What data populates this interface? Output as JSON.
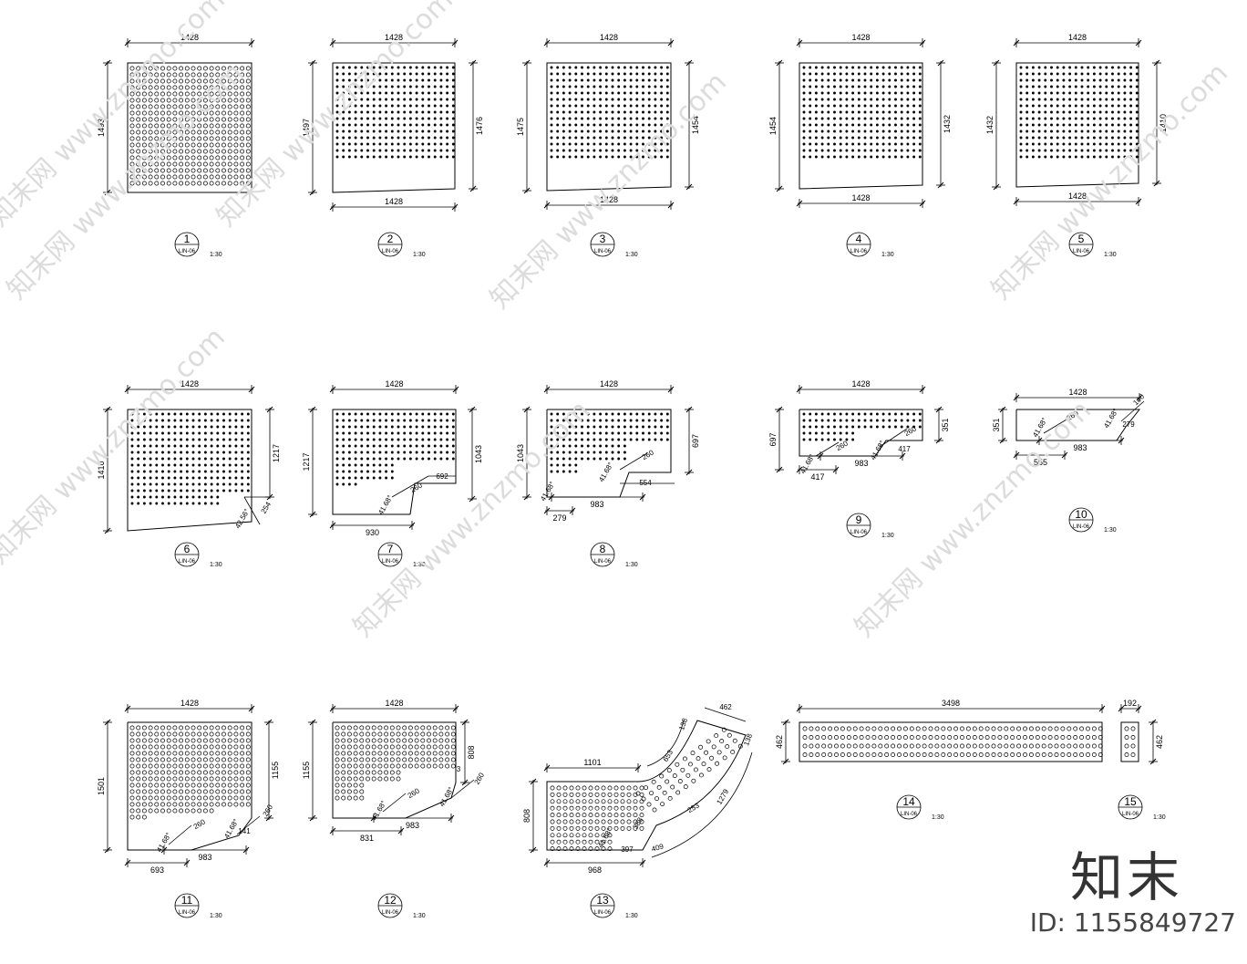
{
  "brand": {
    "logo_text": "知末",
    "id_label": "ID: 1155849727"
  },
  "watermark_text": "知末网 www.znzmo.com",
  "panels": [
    {
      "num": "1",
      "ref": "LIN-06",
      "scale": "1:30",
      "top": "1428",
      "left": "1493",
      "right": "",
      "bottom": "",
      "dot_size": "big",
      "bottom_slope": 0
    },
    {
      "num": "2",
      "ref": "LIN-06",
      "scale": "1:30",
      "top": "1428",
      "left": "1497",
      "right": "1476",
      "bottom": "1428",
      "dot_size": "small",
      "bottom_slope": 1
    },
    {
      "num": "3",
      "ref": "LIN-06",
      "scale": "1:30",
      "top": "1428",
      "left": "1475",
      "right": "1454",
      "bottom": "1428",
      "dot_size": "small",
      "bottom_slope": 1
    },
    {
      "num": "4",
      "ref": "LIN-06",
      "scale": "1:30",
      "top": "1428",
      "left": "1454",
      "right": "1432",
      "bottom": "1428",
      "dot_size": "small",
      "bottom_slope": 1
    },
    {
      "num": "5",
      "ref": "LIN-06",
      "scale": "1:30",
      "top": "1428",
      "left": "1432",
      "right": "1410",
      "bottom": "1428",
      "dot_size": "small",
      "bottom_slope": 1
    },
    {
      "num": "6",
      "ref": "LIN-06",
      "scale": "1:30",
      "top": "1428",
      "left": "1410",
      "right": "1217",
      "angle": "42.56°",
      "cut": "254"
    },
    {
      "num": "7",
      "ref": "LIN-06",
      "scale": "1:30",
      "top": "1428",
      "left": "1217",
      "right": "1043",
      "bottom": "930",
      "angle": "41.68°",
      "step": "260",
      "run": "692"
    },
    {
      "num": "8",
      "ref": "LIN-06",
      "scale": "1:30",
      "top": "1428",
      "left": "1043",
      "right": "697",
      "bottom": "279",
      "mid": "983",
      "angle": "41.68°",
      "step": "260",
      "run": "554"
    },
    {
      "num": "9",
      "ref": "LIN-06",
      "scale": "1:30",
      "top": "1428",
      "left": "697",
      "right": "351",
      "bottom": "417",
      "mid": "983",
      "angle": "41.68°",
      "step": "260",
      "run": "417"
    },
    {
      "num": "10",
      "ref": "LIN-06",
      "scale": "1:30",
      "top": "1428",
      "left": "351",
      "bottom": "555",
      "mid": "983",
      "angle": "41.68°",
      "step": "260",
      "run": "279",
      "corner": "140"
    },
    {
      "num": "11",
      "ref": "LIN-06",
      "scale": "1:30",
      "top": "1428",
      "left": "1501",
      "right": "1155",
      "bottom": "693",
      "mid": "983",
      "angle": "41.68°",
      "step": "260",
      "run": "141"
    },
    {
      "num": "12",
      "ref": "LIN-06",
      "scale": "1:30",
      "top": "1428",
      "left": "1155",
      "right": "808",
      "bottom": "831",
      "mid": "983",
      "angle": "41.68°",
      "step": "260",
      "run": "3"
    },
    {
      "num": "13",
      "ref": "LIN-06",
      "scale": "1:30",
      "top": "1101",
      "left": "808",
      "bottom": "968",
      "arc_top": "462",
      "arc_a": "138",
      "arc_b": "138",
      "arc_inner": "653",
      "arc_outer": "1279",
      "inner_small": "409",
      "step1": "397",
      "step2": "388",
      "step3": "253",
      "angle": "41.68°"
    },
    {
      "num": "14",
      "ref": "LIN-06",
      "scale": "1:30",
      "top": "3498",
      "left": "462"
    },
    {
      "num": "15",
      "ref": "LIN-06",
      "scale": "1:30",
      "top": "192",
      "right": "462"
    }
  ]
}
